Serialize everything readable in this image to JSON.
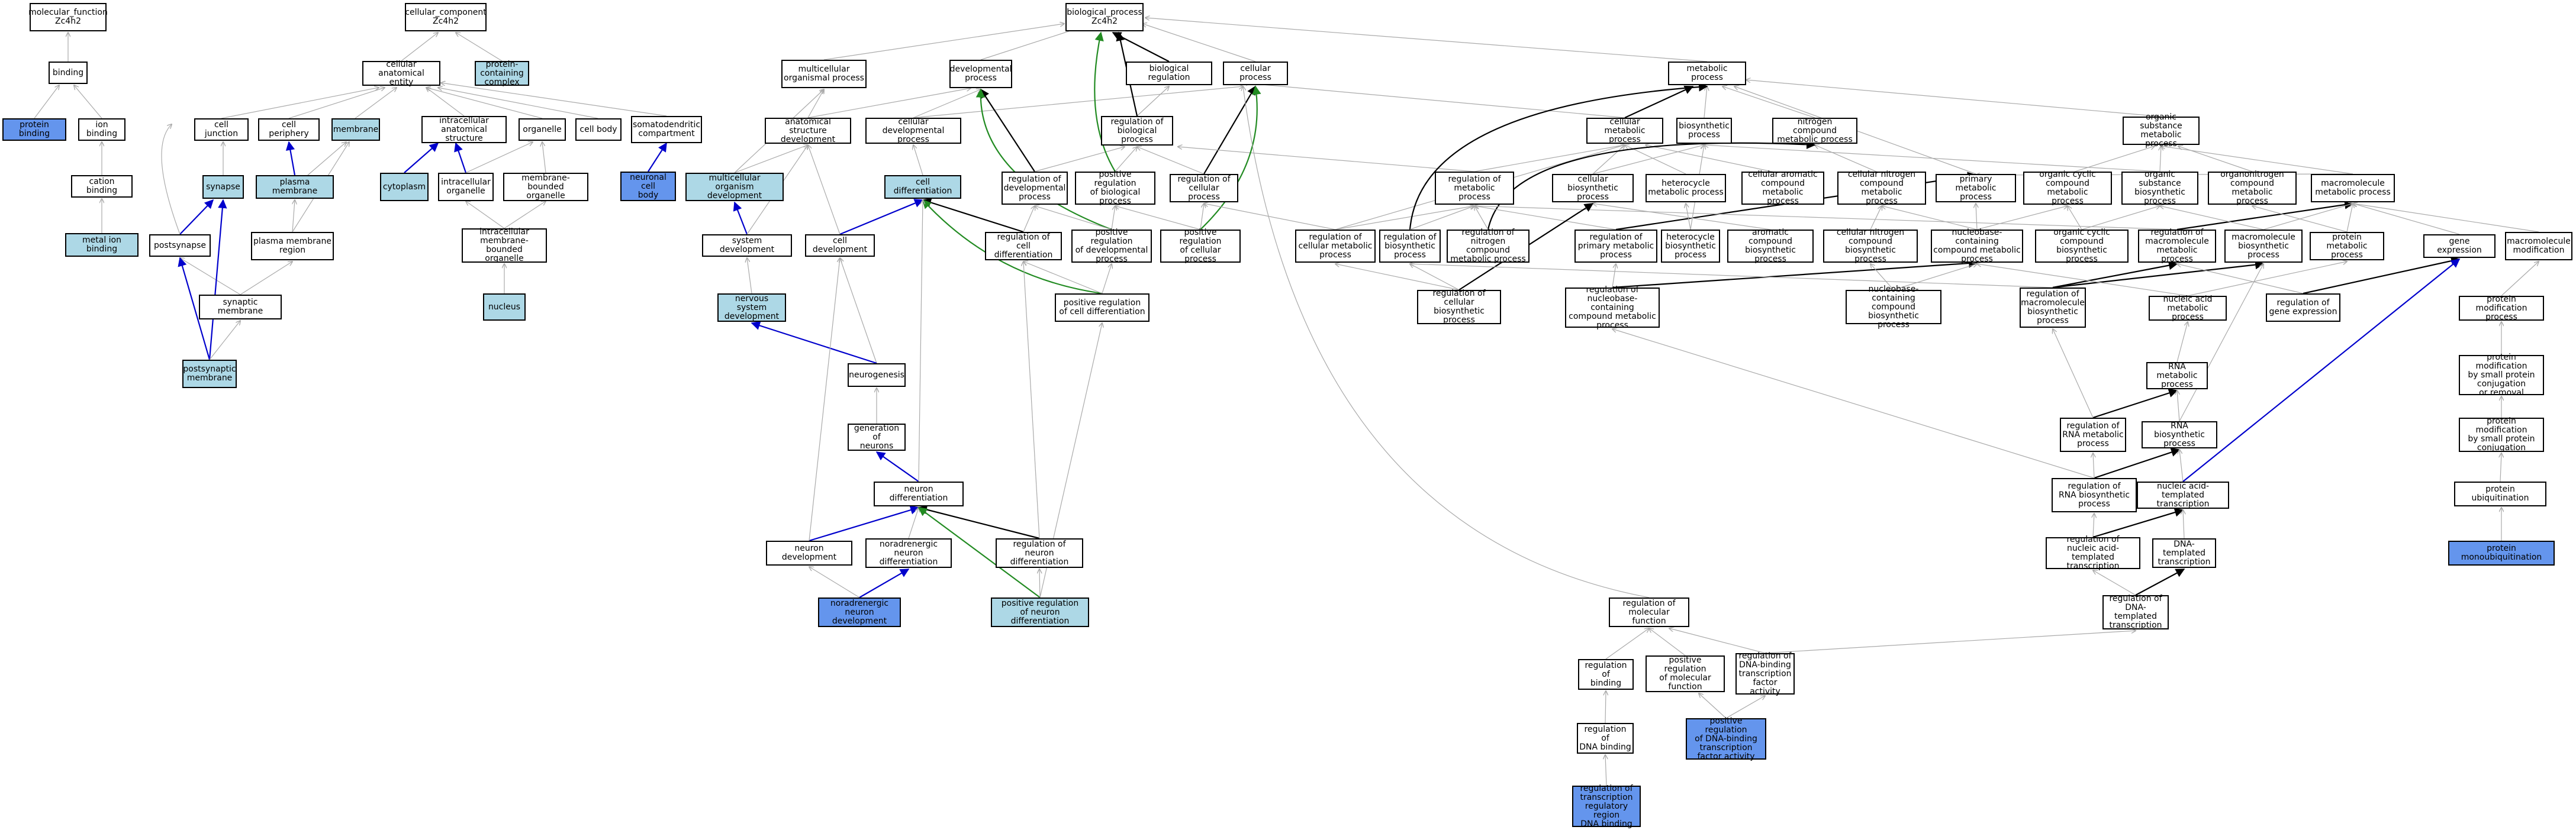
{
  "colors": {
    "light": "#add8e6",
    "dark": "#6495ed",
    "gray_edge": "#aaaaaa",
    "black_edge": "#000000",
    "blue_edge": "#0000cc",
    "green_edge": "#228b22"
  },
  "nodes": {
    "mf": {
      "text": "molecular_function\nZc4h2"
    },
    "binding": {
      "text": "binding"
    },
    "protein_binding": {
      "text": "protein binding"
    },
    "ion_binding": {
      "text": "ion binding"
    },
    "cation_binding": {
      "text": "cation binding"
    },
    "metal_ion_binding": {
      "text": "metal ion binding"
    },
    "cc": {
      "text": "cellular_component\nZc4h2"
    },
    "cae": {
      "text": "cellular anatomical\nentity"
    },
    "pcc": {
      "text": "protein-containing\ncomplex"
    },
    "cell_junction": {
      "text": "cell junction"
    },
    "cell_periphery": {
      "text": "cell periphery"
    },
    "membrane": {
      "text": "membrane"
    },
    "ias": {
      "text": "intracellular\nanatomical structure"
    },
    "organelle": {
      "text": "organelle"
    },
    "cell_body": {
      "text": "cell body"
    },
    "somatodendritic": {
      "text": "somatodendritic\ncompartment"
    },
    "synapse": {
      "text": "synapse"
    },
    "plasma_membrane": {
      "text": "plasma membrane"
    },
    "cytoplasm": {
      "text": "cytoplasm"
    },
    "intracellular_organelle": {
      "text": "intracellular\norganelle"
    },
    "mbo": {
      "text": "membrane-bounded\norganelle"
    },
    "neuronal_cell_body": {
      "text": "neuronal cell\nbody"
    },
    "postsynapse": {
      "text": "postsynapse"
    },
    "pm_region": {
      "text": "plasma membrane\nregion"
    },
    "imbo": {
      "text": "intracellular\nmembrane-bounded\norganelle"
    },
    "synaptic_membrane": {
      "text": "synaptic membrane"
    },
    "nucleus": {
      "text": "nucleus"
    },
    "postsynaptic_membrane": {
      "text": "postsynaptic\nmembrane"
    },
    "bp": {
      "text": "biological_process\nZc4h2"
    },
    "multicellular_process": {
      "text": "multicellular\norganismal process"
    },
    "developmental_process": {
      "text": "developmental\nprocess"
    },
    "biological_regulation": {
      "text": "biological regulation"
    },
    "cellular_process": {
      "text": "cellular process"
    },
    "metabolic_process": {
      "text": "metabolic process"
    },
    "asd": {
      "text": "anatomical structure\ndevelopment"
    },
    "cdp": {
      "text": "cellular developmental\nprocess"
    },
    "reg_bp": {
      "text": "regulation of\nbiological process"
    },
    "cmp": {
      "text": "cellular metabolic\nprocess"
    },
    "biosynthetic": {
      "text": "biosynthetic\nprocess"
    },
    "ncmp": {
      "text": "nitrogen compound\nmetabolic process"
    },
    "osmp": {
      "text": "organic substance\nmetabolic process"
    },
    "mod": {
      "text": "multicellular\norganism development"
    },
    "cell_diff": {
      "text": "cell differentiation"
    },
    "reg_dev": {
      "text": "regulation of\ndevelopmental\nprocess"
    },
    "pos_reg_bp": {
      "text": "positive regulation\nof biological\nprocess"
    },
    "reg_cp": {
      "text": "regulation of\ncellular process"
    },
    "reg_mp": {
      "text": "regulation of\nmetabolic process"
    },
    "cbp": {
      "text": "cellular biosynthetic\nprocess"
    },
    "hetero_mp": {
      "text": "heterocycle\nmetabolic process"
    },
    "cacmp": {
      "text": "cellular aromatic\ncompound metabolic\nprocess"
    },
    "cncmp": {
      "text": "cellular nitrogen\ncompound metabolic\nprocess"
    },
    "primary_mp": {
      "text": "primary metabolic\nprocess"
    },
    "occmp": {
      "text": "organic cyclic\ncompound metabolic\nprocess"
    },
    "osbp": {
      "text": "organic substance\nbiosynthetic\nprocess"
    },
    "orgN": {
      "text": "organonitrogen\ncompound metabolic\nprocess"
    },
    "macro_mp": {
      "text": "macromolecule\nmetabolic process"
    },
    "system_dev": {
      "text": "system development"
    },
    "cell_dev": {
      "text": "cell development"
    },
    "reg_cell_diff": {
      "text": "regulation of\ncell differentiation"
    },
    "pos_reg_dev": {
      "text": "positive regulation\nof developmental\nprocess"
    },
    "pos_reg_cp": {
      "text": "positive regulation\nof cellular\nprocess"
    },
    "reg_cmp": {
      "text": "regulation of\ncellular metabolic\nprocess"
    },
    "reg_biosyn": {
      "text": "regulation of\nbiosynthetic\nprocess"
    },
    "reg_ncmp": {
      "text": "regulation of\nnitrogen compound\nmetabolic process"
    },
    "reg_pmp": {
      "text": "regulation of\nprimary metabolic\nprocess"
    },
    "hetero_bp": {
      "text": "heterocycle\nbiosynthetic\nprocess"
    },
    "acbp": {
      "text": "aromatic compound\nbiosynthetic\nprocess"
    },
    "cncbp": {
      "text": "cellular nitrogen\ncompound biosynthetic\nprocess"
    },
    "nbcmp": {
      "text": "nucleobase-containing\ncompound metabolic\nprocess"
    },
    "occbp": {
      "text": "organic cyclic\ncompound biosynthetic\nprocess"
    },
    "reg_macro_mp": {
      "text": "regulation of\nmacromolecule\nmetabolic process"
    },
    "macro_bp": {
      "text": "macromolecule\nbiosynthetic\nprocess"
    },
    "protein_mp": {
      "text": "protein metabolic\nprocess"
    },
    "gene_expr": {
      "text": "gene expression"
    },
    "macro_mod": {
      "text": "macromolecule\nmodification"
    },
    "nsd": {
      "text": "nervous system\ndevelopment"
    },
    "pos_reg_cell_diff": {
      "text": "positive regulation\nof cell differentiation"
    },
    "reg_cbp": {
      "text": "regulation of\ncellular biosynthetic\nprocess"
    },
    "reg_nbcmp": {
      "text": "regulation of\nnucleobase-containing\ncompound metabolic\nprocess"
    },
    "nbcbp": {
      "text": "nucleobase-containing\ncompound biosynthetic\nprocess"
    },
    "reg_macro_bp": {
      "text": "regulation of\nmacromolecule\nbiosynthetic\nprocess"
    },
    "reg_gene_expr": {
      "text": "regulation of\ngene expression"
    },
    "namp": {
      "text": "nucleic acid\nmetabolic process"
    },
    "pmp": {
      "text": "protein modification\nprocess"
    },
    "neurogenesis": {
      "text": "neurogenesis"
    },
    "rna_mp": {
      "text": "RNA metabolic\nprocess"
    },
    "pmbspc": {
      "text": "protein modification\nby small protein\nconjugation\nor removal"
    },
    "gen_neurons": {
      "text": "generation of\nneurons"
    },
    "reg_rna_mp": {
      "text": "regulation of\nRNA metabolic\nprocess"
    },
    "rna_bp": {
      "text": "RNA biosynthetic\nprocess"
    },
    "pmbspconj": {
      "text": "protein modification\nby small protein\nconjugation"
    },
    "neuron_diff": {
      "text": "neuron differentiation"
    },
    "reg_rna_bp": {
      "text": "regulation of\nRNA biosynthetic\nprocess"
    },
    "natt": {
      "text": "nucleic acid-templated\ntranscription"
    },
    "protein_ubiq": {
      "text": "protein ubiquitination"
    },
    "neuron_dev": {
      "text": "neuron development"
    },
    "nor_diff": {
      "text": "noradrenergic\nneuron differentiation"
    },
    "reg_neuron_diff": {
      "text": "regulation of\nneuron differentiation"
    },
    "reg_natt": {
      "text": "regulation of\nnucleic acid-templated\ntranscription"
    },
    "dtt": {
      "text": "DNA-templated\ntranscription"
    },
    "protein_monoubiq": {
      "text": "protein monoubiquitination"
    },
    "nor_dev": {
      "text": "noradrenergic\nneuron development"
    },
    "pos_reg_neuron_diff": {
      "text": "positive regulation\nof neuron differentiation"
    },
    "reg_dtt": {
      "text": "regulation of\nDNA-templated\ntranscription"
    },
    "reg_mf": {
      "text": "regulation of\nmolecular function"
    },
    "reg_binding": {
      "text": "regulation of\nbinding"
    },
    "pos_reg_mf": {
      "text": "positive regulation\nof molecular\nfunction"
    },
    "reg_dbtfa": {
      "text": "regulation of\nDNA-binding\ntranscription\nfactor activity"
    },
    "reg_dna_binding": {
      "text": "regulation of\nDNA binding"
    },
    "pos_reg_dbtfa": {
      "text": "positive regulation\nof DNA-binding\ntranscription\nfactor activity"
    },
    "reg_trrdb": {
      "text": "regulation of\ntranscription\nregulatory region\nDNA binding"
    }
  }
}
